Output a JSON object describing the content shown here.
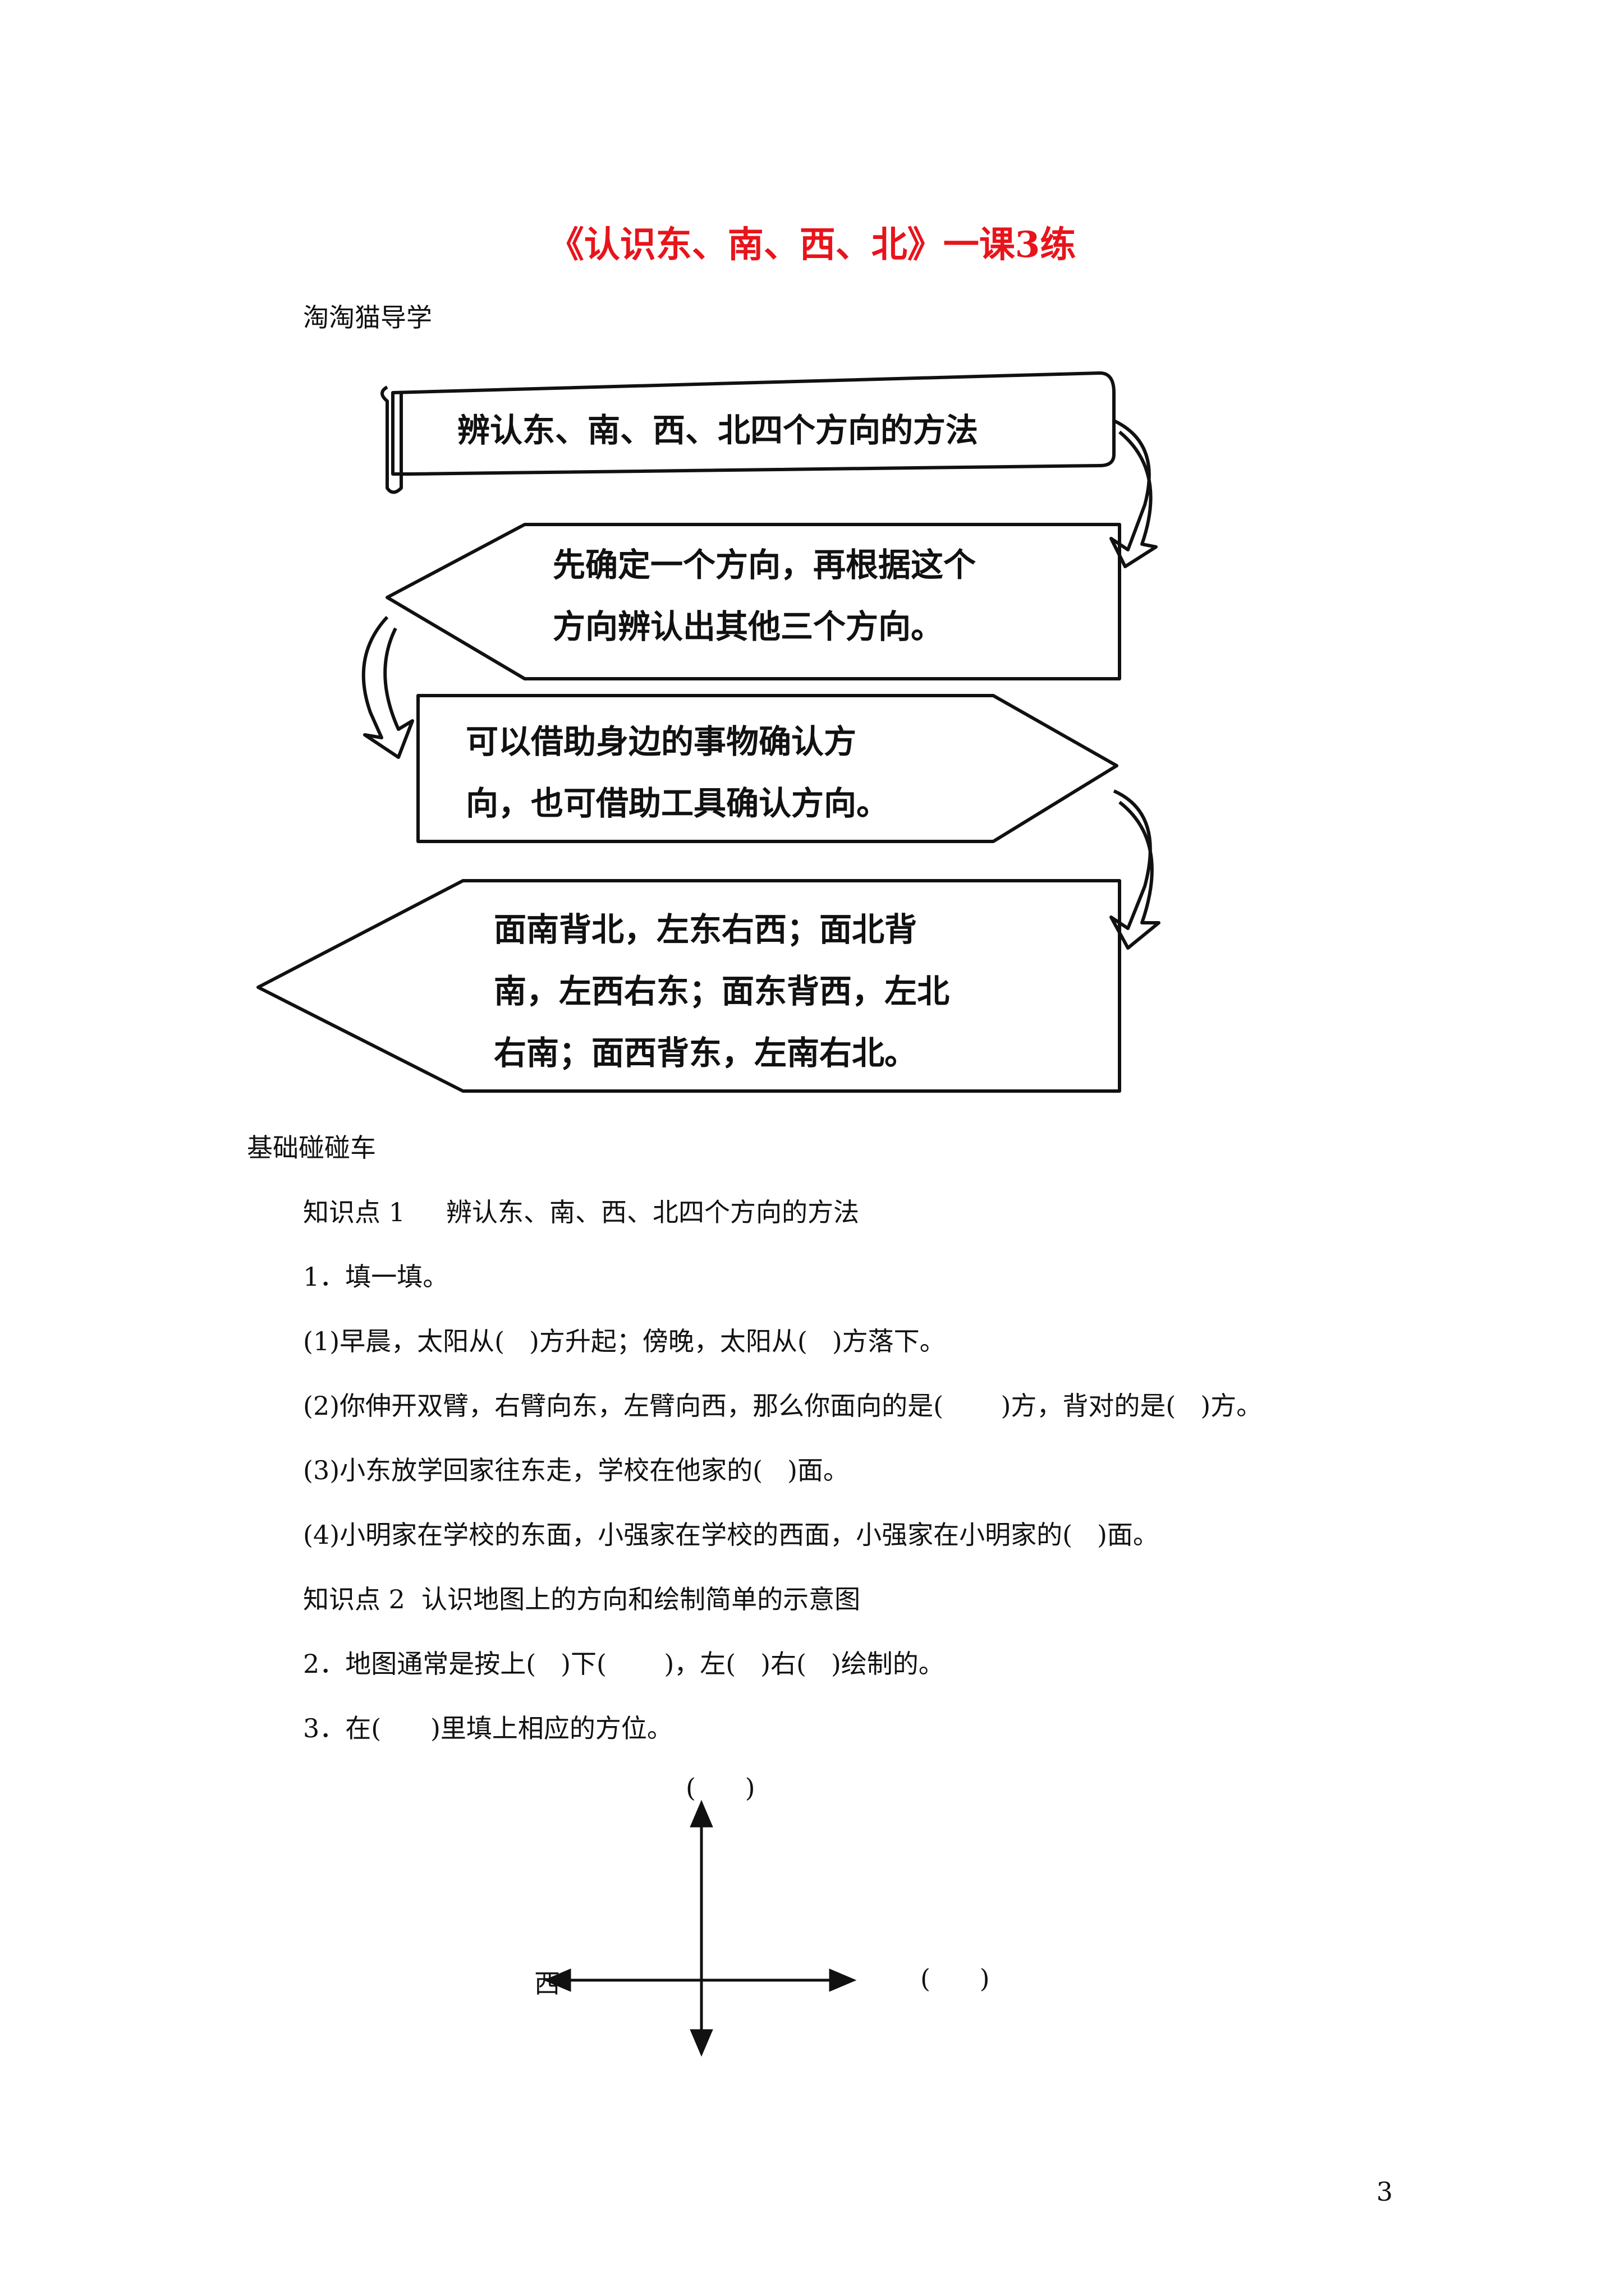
{
  "title": "《认识东、南、西、北》一课3练",
  "guide_heading": "淘淘猫导学",
  "flow": {
    "box1": "辨认东、南、西、北四个方向的方法",
    "box2_line1": "先确定一个方向，再根据这个",
    "box2_line2": "方向辨认出其他三个方向。",
    "box3_line1": "可以借助身边的事物确认方",
    "box3_line2": "向，也可借助工具确认方向。",
    "box4_line1": "面南背北，左东右西；面北背",
    "box4_line2": "南，左西右东；面东背西，左北",
    "box4_line3": "右南；面西背东，左南右北。"
  },
  "basic_heading": "基础碰碰车",
  "knowledge1": "知识点 1     辨认东、南、西、北四个方向的方法",
  "q1": "1．填一填。",
  "q1_1": "(1)早晨，太阳从(   )方升起；傍晚，太阳从(   )方落下。",
  "q1_2": "(2)你伸开双臂，右臂向东，左臂向西，那么你面向的是(       )方，背对的是(   )方。",
  "q1_3": "(3)小东放学回家往东走，学校在他家的(   )面。",
  "q1_4": "(4)小明家在学校的东面，小强家在学校的西面，小强家在小明家的(   )面。",
  "knowledge2": "知识点 2  认识地图上的方向和绘制简单的示意图",
  "q2": "2．地图通常是按上(   )下(       )，左(   )右(   )绘制的。",
  "q3": "3．在(      )里填上相应的方位。",
  "diagram": {
    "top_label": "(      )",
    "left_label": "西",
    "right_label": "(      )"
  },
  "page_number": "3"
}
